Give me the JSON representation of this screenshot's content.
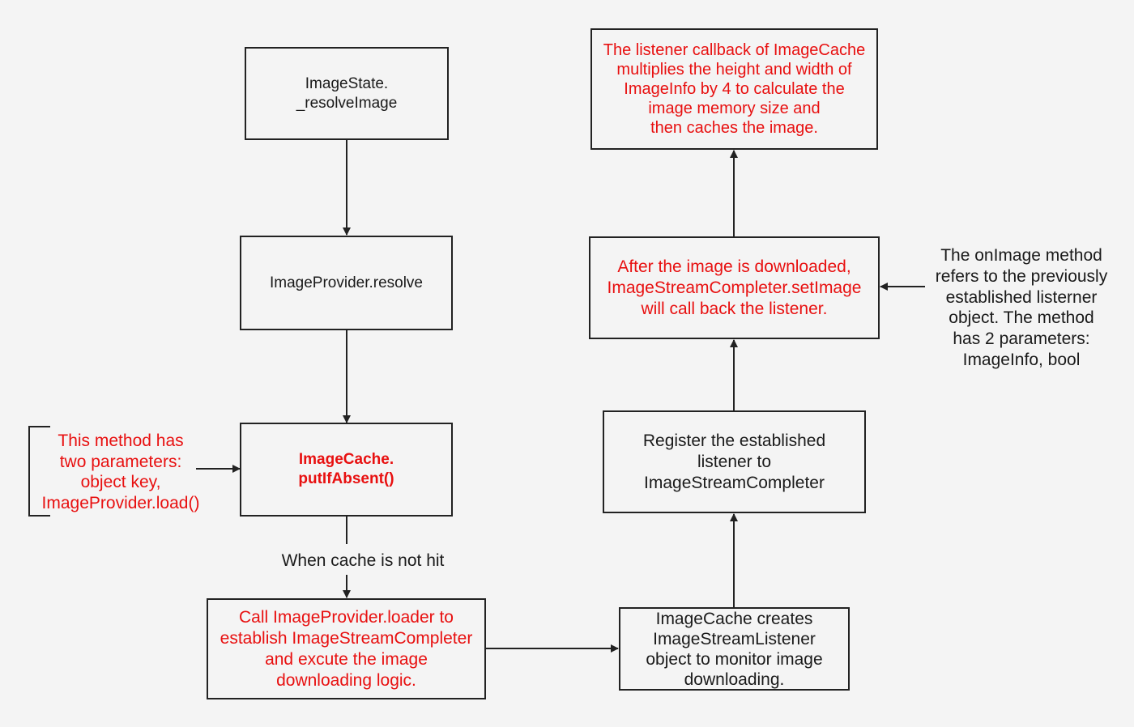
{
  "colors": {
    "line": "#222222",
    "red_text": "#e81010",
    "black_text": "#1a1a1a",
    "background": "#f4f4f4"
  },
  "nodes": {
    "resolve_image": "ImageState.\n_resolveImage",
    "provider_resolve": "ImageProvider.resolve",
    "put_if_absent": "ImageCache.\nputIfAbsent()",
    "call_loader": "Call ImageProvider.loader to\nestablish ImageStreamCompleter\nand excute the image\ndownloading logic.",
    "create_listener": "ImageCache creates\nImageStreamListener\nobject to monitor image\ndownloading.",
    "register_listener": "Register the established\nlistener to\nImageStreamCompleter",
    "set_image": "After the image is downloaded,\nImageStreamCompleter.setImage\nwill call back the listener.",
    "cache_image": "The listener callback of ImageCache\nmultiplies the height and width of\nImageInfo by 4  to calculate the\nimage memory size and\nthen caches the image."
  },
  "notes": {
    "params_note": "This method has\ntwo parameters:\nobject key,\nImageProvider.load()",
    "cache_miss_label": "When cache is not hit",
    "onimage_note": "The onImage method\nrefers to the previously\nestablished listerner\nobject. The method\nhas  2 parameters:\nImageInfo, bool"
  }
}
